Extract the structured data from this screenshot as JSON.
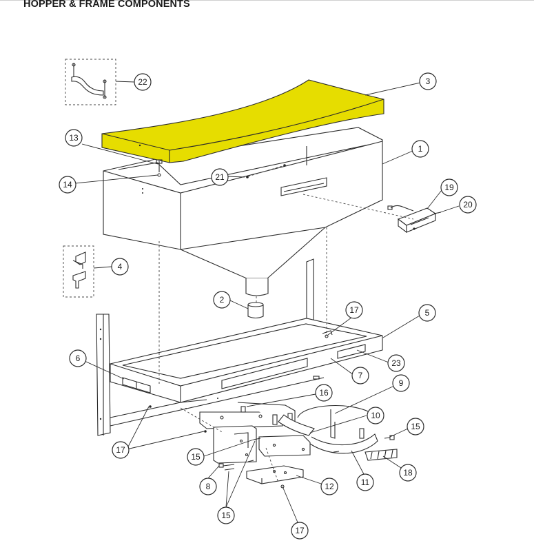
{
  "header": {
    "title": "HOPPER & FRAME COMPONENTS"
  },
  "colors": {
    "highlight": "#e6dd00",
    "line": "#2a2a2a"
  },
  "callouts": [
    {
      "label": "22"
    },
    {
      "label": "3"
    },
    {
      "label": "13"
    },
    {
      "label": "1"
    },
    {
      "label": "14"
    },
    {
      "label": "21"
    },
    {
      "label": "19"
    },
    {
      "label": "20"
    },
    {
      "label": "4"
    },
    {
      "label": "2"
    },
    {
      "label": "17"
    },
    {
      "label": "5"
    },
    {
      "label": "6"
    },
    {
      "label": "23"
    },
    {
      "label": "7"
    },
    {
      "label": "9"
    },
    {
      "label": "16"
    },
    {
      "label": "10"
    },
    {
      "label": "15"
    },
    {
      "label": "17"
    },
    {
      "label": "15"
    },
    {
      "label": "11"
    },
    {
      "label": "18"
    },
    {
      "label": "8"
    },
    {
      "label": "12"
    },
    {
      "label": "15"
    },
    {
      "label": "17"
    }
  ]
}
